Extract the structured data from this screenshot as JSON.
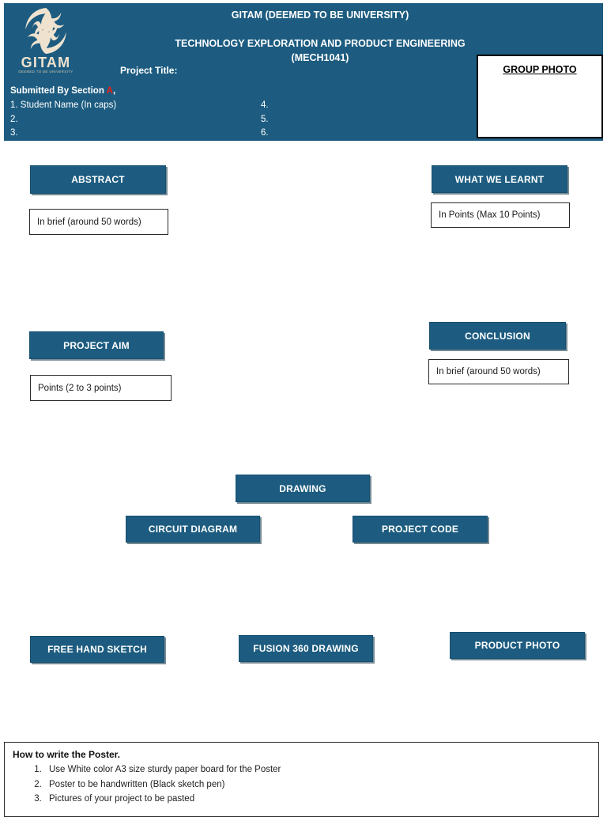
{
  "colors": {
    "brand_blue": "#1d5c80",
    "logo_cream": "#efe2cf",
    "section_letter_red": "#e8201a",
    "box_border_black": "#2a2a2a"
  },
  "header": {
    "logo": {
      "wordmark": "GITAM",
      "tagline": "DEEMED TO BE UNIVERSITY"
    },
    "university_name": "GITAM (DEEMED TO BE UNIVERSITY)",
    "course_name": "TECHNOLOGY EXPLORATION AND PRODUCT ENGINEERING\n(MECH1041)",
    "course_line1": "TECHNOLOGY EXPLORATION AND PRODUCT ENGINEERING",
    "course_line2": "(MECH1041)",
    "project_title_label": "Project Title:",
    "submitted_by_prefix": "Submitted By Section ",
    "section_letter": "A",
    "submitted_by_suffix": ",",
    "students_left": [
      "1. Student Name (In caps)",
      "2.",
      "3."
    ],
    "students_right": [
      "4.",
      "5.",
      "6."
    ],
    "group_photo_label": "GROUP PHOTO"
  },
  "sections": {
    "abstract": {
      "heading": "ABSTRACT",
      "note": "In brief (around 50 words)"
    },
    "what_we_learnt": {
      "heading": "WHAT WE LEARNT",
      "note": "In Points (Max 10 Points)"
    },
    "project_aim": {
      "heading": "PROJECT AIM",
      "note": "Points (2 to 3 points)"
    },
    "conclusion": {
      "heading": "CONCLUSION",
      "note": "In brief (around 50 words)"
    },
    "drawing": {
      "heading": "DRAWING"
    },
    "circuit_diagram": {
      "heading": "CIRCUIT DIAGRAM"
    },
    "project_code": {
      "heading": "PROJECT CODE"
    },
    "free_hand_sketch": {
      "heading": "FREE HAND SKETCH"
    },
    "fusion_360_drawing": {
      "heading": "FUSION 360 DRAWING"
    },
    "product_photo": {
      "heading": "PRODUCT PHOTO"
    }
  },
  "instructions": {
    "title": "How to write the Poster.",
    "items": [
      "Use White color A3 size sturdy paper board for the Poster",
      "Poster to be handwritten (Black sketch pen)",
      "Pictures of your project to be pasted"
    ]
  }
}
